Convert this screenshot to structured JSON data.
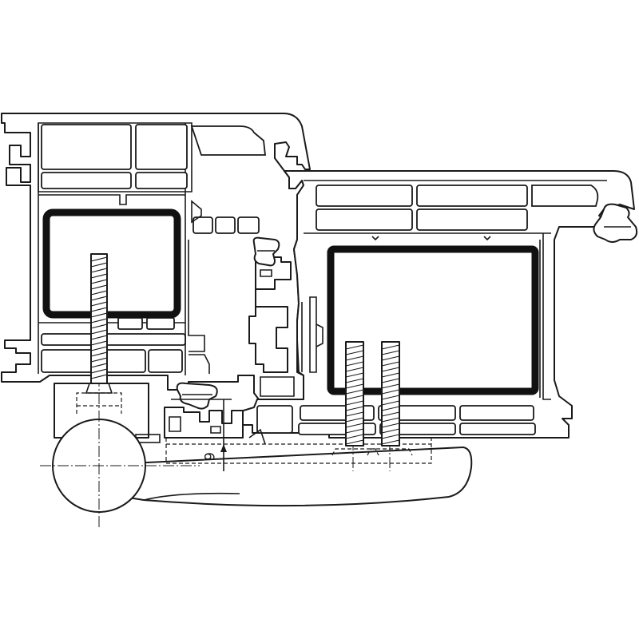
{
  "drawing": {
    "dimension_label": "6",
    "colors": {
      "line": "#1a1a1a",
      "background": "#ffffff",
      "reinforcement": "#111111"
    },
    "components": [
      "frame-profile",
      "sash-profile",
      "frame-steel-reinforcement",
      "sash-steel-reinforcement",
      "frame-screw",
      "sash-screw-left",
      "sash-screw-right",
      "hinge-barrel",
      "hinge-leaf",
      "glazing-gasket",
      "sash-gasket",
      "frame-gasket"
    ]
  }
}
